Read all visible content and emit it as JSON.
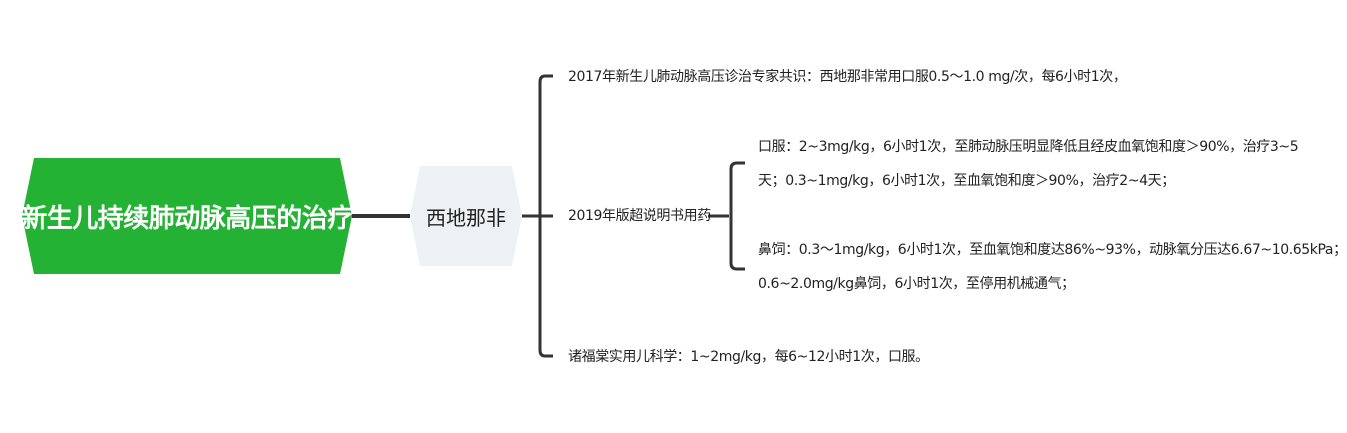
{
  "root": {
    "label": "新生儿持续肺动脉高压的治疗",
    "fill": "#23b234"
  },
  "drug": {
    "label": "西地那非",
    "fill": "#edf1f4"
  },
  "line_color": "#333333",
  "branches": [
    {
      "text": "2017年新生儿肺动脉高压诊治专家共识：西地那非常用口服0.5～1.0 mg/次，每6小时1次，"
    },
    {
      "text": "2019年版超说明书用药",
      "children": [
        {
          "lines": [
            "口服：2~3mg/kg，6小时1次，至肺动脉压明显降低且经皮血氧饱和度＞90%，治疗3~5",
            "天；0.3~1mg/kg，6小时1次，至血氧饱和度＞90%，治疗2~4天；"
          ]
        },
        {
          "lines": [
            "鼻饲：0.3～1mg/kg，6小时1次，至血氧饱和度达86%~93%，动脉氧分压达6.67~10.65kPa；",
            "0.6~2.0mg/kg鼻饲，6小时1次，至停用机械通气；"
          ]
        }
      ]
    },
    {
      "text": "诸福棠实用儿科学：1~2mg/kg，每6~12小时1次，口服。"
    }
  ]
}
